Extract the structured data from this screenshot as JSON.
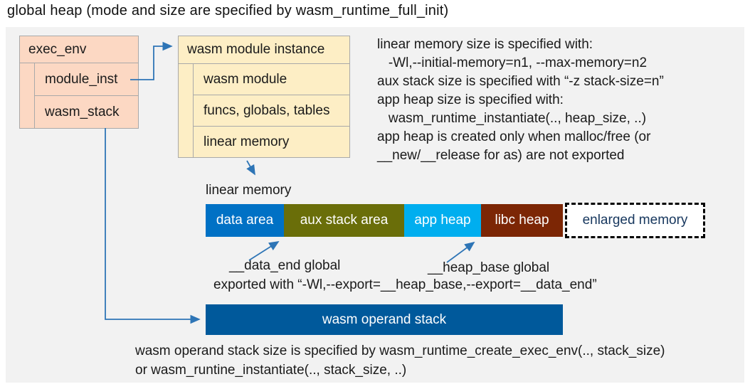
{
  "title": "global heap (mode and size are specified by wasm_runtime_full_init)",
  "exec_env": {
    "header": "exec_env",
    "rows": [
      "module_inst",
      "wasm_stack"
    ]
  },
  "module_instance": {
    "header": "wasm module instance",
    "rows": [
      "wasm module",
      "funcs, globals, tables",
      "linear memory"
    ]
  },
  "notes_right": {
    "lines": [
      "linear memory size is specified with:",
      "   -Wl,--initial-memory=n1, --max-memory=n2",
      "aux stack size is specified with “-z stack-size=n”",
      "app heap size is specified with:",
      "   wasm_runtime_instantiate(.., heap_size, ..)",
      "app heap is created only when malloc/free (or",
      "__new/__release for as) are not exported"
    ]
  },
  "linear_memory": {
    "label": "linear memory",
    "segments": [
      {
        "label": "data area",
        "color": "#0071c5"
      },
      {
        "label": "aux stack area",
        "color": "#6a6e09"
      },
      {
        "label": "app heap",
        "color": "#00aeef"
      },
      {
        "label": "libc heap",
        "color": "#7c2605"
      },
      {
        "label": "enlarged memory",
        "color": "#ffffff",
        "border": "dashed-black",
        "text_color": "#17375e"
      }
    ],
    "annotations": {
      "data_end": "__data_end global",
      "heap_base": "__heap_base global",
      "exported": "exported with “-Wl,--export=__heap_base,--export=__data_end”"
    }
  },
  "operand_stack": {
    "label": "wasm operand stack",
    "color": "#00599b"
  },
  "notes_bottom": {
    "lines": [
      "wasm operand stack size is specified by wasm_runtime_create_exec_env(.., stack_size)",
      "or wasm_runtine_instantiate(.., stack_size, ..)"
    ]
  },
  "colors": {
    "panel_background": "#f2f2f2",
    "exec_env_fill": "#fcd8c3",
    "module_instance_fill": "#fdeec5",
    "box_border": "#a9a9a9",
    "arrow": "#2e75b6"
  }
}
